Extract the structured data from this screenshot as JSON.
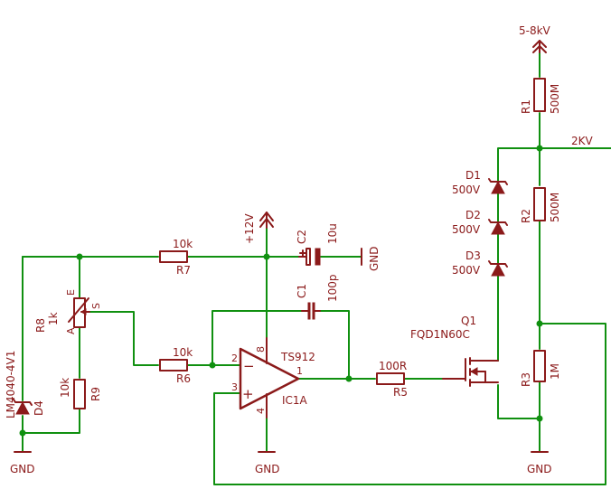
{
  "supply": {
    "hv_in": "5-8kV",
    "hv_out": "2KV",
    "vcc": "+12V",
    "gnd": "GND"
  },
  "components": {
    "r1": {
      "name": "R1",
      "value": "500M"
    },
    "r2": {
      "name": "R2",
      "value": "500M"
    },
    "r3": {
      "name": "R3",
      "value": "1M"
    },
    "r5": {
      "name": "R5",
      "value": "100R"
    },
    "r6": {
      "name": "R6",
      "value": "10k"
    },
    "r7": {
      "name": "R7",
      "value": "10k"
    },
    "r8": {
      "name": "R8",
      "value": "1k",
      "pin_e": "E",
      "pin_a": "A",
      "pin_s": "S"
    },
    "r9": {
      "name": "R9",
      "value": "10k"
    },
    "c1": {
      "name": "C1",
      "value": "100p"
    },
    "c2": {
      "name": "C2",
      "value": "10u"
    },
    "d1": {
      "name": "D1",
      "value": "500V"
    },
    "d2": {
      "name": "D2",
      "value": "500V"
    },
    "d3": {
      "name": "D3",
      "value": "500V"
    },
    "d4": {
      "name": "D4",
      "value": "LM4040-4V1"
    },
    "q1": {
      "name": "Q1",
      "value": "FQD1N60C"
    },
    "ic1": {
      "name": "IC1A",
      "value": "TS912",
      "pins": [
        "2",
        "3",
        "1",
        "8",
        "4"
      ],
      "minus": "−",
      "plus": "+"
    }
  }
}
